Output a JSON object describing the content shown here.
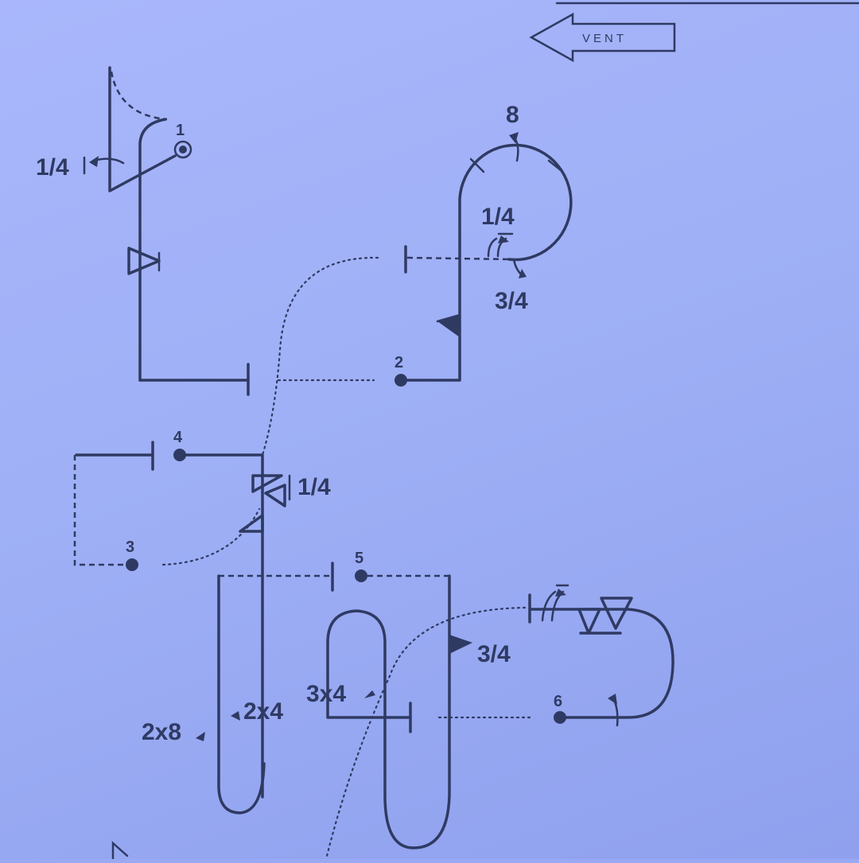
{
  "vent_label": "VENT",
  "markers": {
    "m1": "1",
    "m2": "2",
    "m3": "3",
    "m4": "4",
    "m5": "5",
    "m6": "6"
  },
  "labels": {
    "quarter_left": "1/4",
    "eight": "8",
    "quarter_loop": "1/4",
    "three_quarter_loop": "3/4",
    "quarter_mid": "1/4",
    "three_quarter_right": "3/4",
    "three_by_four": "3x4",
    "two_by_four": "2x4",
    "two_by_eight": "2x8"
  },
  "colors": {
    "ink": "#2f3a63",
    "paper": "#a9b6fb"
  }
}
